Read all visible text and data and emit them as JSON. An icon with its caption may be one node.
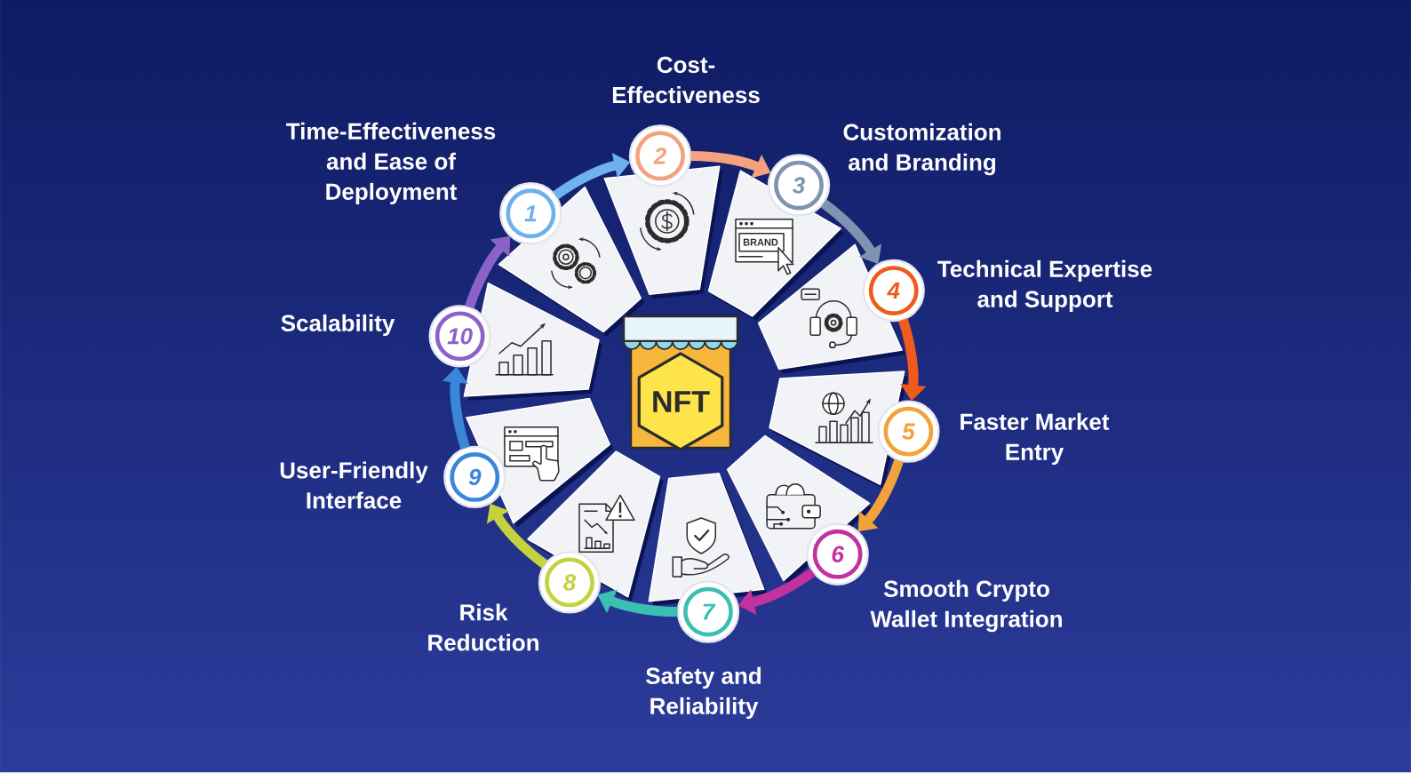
{
  "diagram": {
    "nodes": [
      {
        "text": [
          "1"
        ],
        "beside": [
          "Time-Effectiveness and Ease of Deployment"
        ]
      },
      {
        "text": [
          "2"
        ],
        "beside": [
          "Cost- Effectiveness"
        ]
      },
      {
        "text": [
          "3"
        ],
        "beside": [
          "Customization and Branding"
        ]
      },
      {
        "text": [
          "4"
        ],
        "beside": [
          "Technical Expertise and Support"
        ]
      },
      {
        "text": [
          "5"
        ],
        "beside": [
          "Faster Market Entry"
        ]
      },
      {
        "text": [
          "6"
        ],
        "beside": [
          "Smooth Crypto Wallet Integration"
        ]
      },
      {
        "text": [
          "7"
        ],
        "beside": [
          "Safety and Reliability"
        ]
      },
      {
        "text": [
          "8"
        ],
        "beside": [
          "Risk Reduction"
        ]
      },
      {
        "text": [
          "9"
        ],
        "beside": [
          "User-Friendly Interface"
        ]
      },
      {
        "text": [
          "10"
        ],
        "beside": [
          "Scalability"
        ]
      },
      {
        "text": [
          "NFT"
        ]
      }
    ],
    "edges": [
      {
        "from": 0,
        "to": 1,
        "arrow": "to",
        "color": "#6fb0ee"
      },
      {
        "from": 1,
        "to": 2,
        "arrow": "to",
        "color": "#f4a27e"
      },
      {
        "from": 2,
        "to": 3,
        "arrow": "to",
        "color": "#7f93b0"
      },
      {
        "from": 3,
        "to": 4,
        "arrow": "to",
        "color": "#ee5b1c"
      },
      {
        "from": 4,
        "to": 5,
        "arrow": "to",
        "color": "#f2a23a"
      },
      {
        "from": 5,
        "to": 6,
        "arrow": "to",
        "color": "#c2329e"
      },
      {
        "from": 6,
        "to": 7,
        "arrow": "to",
        "color": "#3bbfb3"
      },
      {
        "from": 7,
        "to": 8,
        "arrow": "to",
        "color": "#c3d23e"
      },
      {
        "from": 8,
        "to": 9,
        "arrow": "to",
        "color": "#3a86d8"
      },
      {
        "from": 9,
        "to": 0,
        "arrow": "to",
        "color": "#8a62c8"
      }
    ],
    "labels": [
      "BRAND"
    ]
  }
}
